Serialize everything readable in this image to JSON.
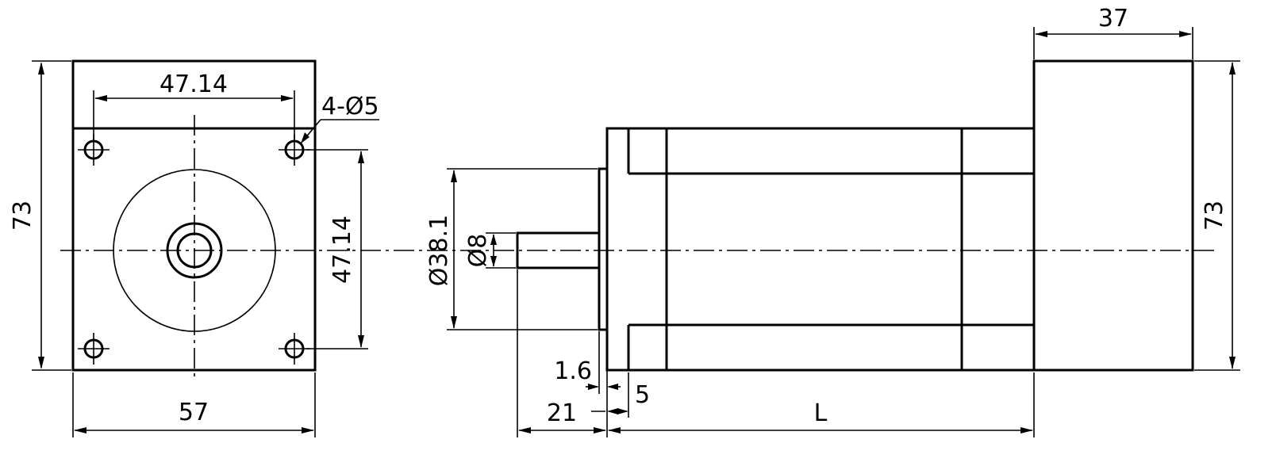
{
  "front_view": {
    "width": "57",
    "height": "73",
    "hole_pitch_horizontal": "47.14",
    "hole_pitch_vertical": "47.14",
    "mount_holes": "4-Ø5"
  },
  "side_view": {
    "flange_diameter": "Ø38.1",
    "shaft_diameter": "Ø8",
    "flange_thickness": "1.6",
    "pilot_length": "5",
    "shaft_length": "21",
    "body_length": "L",
    "gearbox_length": "37",
    "height": "73"
  }
}
